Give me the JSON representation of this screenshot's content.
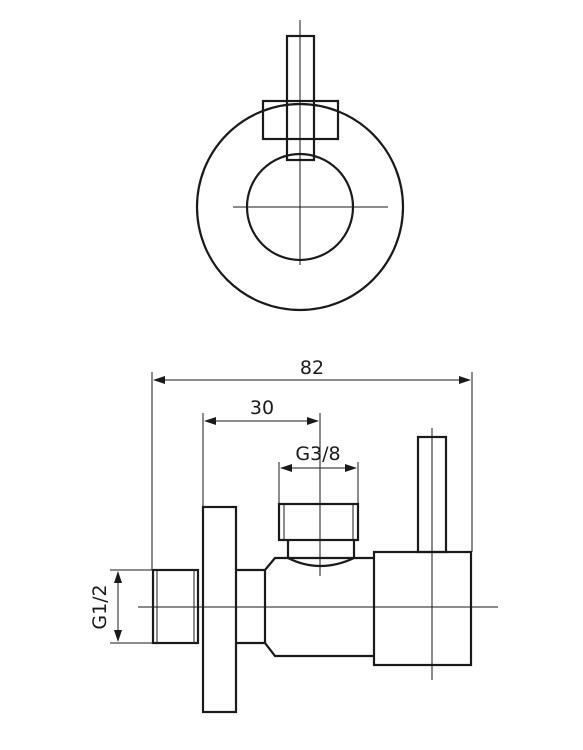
{
  "dimensions": {
    "overall_length": "82",
    "inlet_offset": "30",
    "outlet_thread": "G3/8",
    "inlet_thread": "G1/2"
  }
}
